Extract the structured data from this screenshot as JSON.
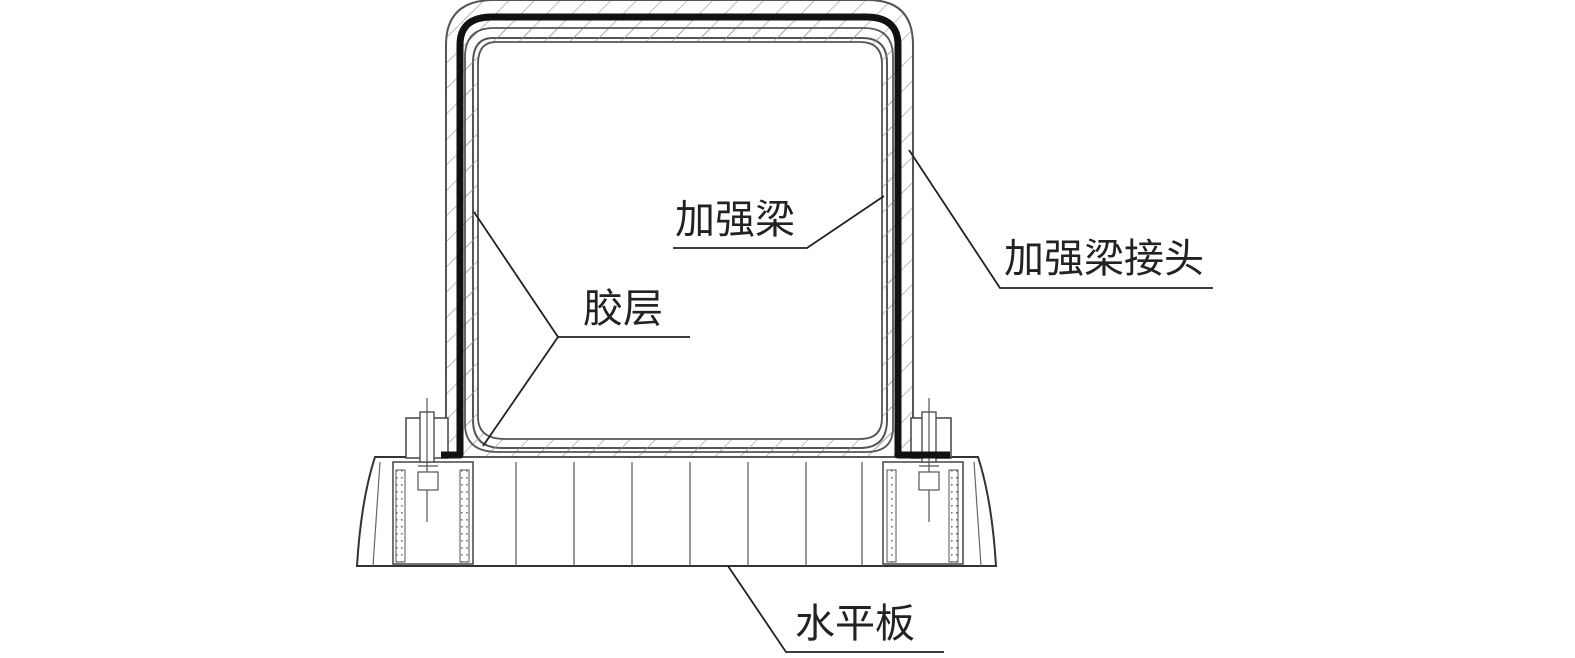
{
  "labels": {
    "stiffener_beam": "加强梁",
    "stiffener_beam_joint": "加强梁接头",
    "adhesive_layer": "胶层",
    "horizontal_plate": "水平板"
  },
  "colors": {
    "line": "#333333",
    "adhesive": "#111111",
    "hatch": "#9a9a9a",
    "background": "#ffffff"
  }
}
